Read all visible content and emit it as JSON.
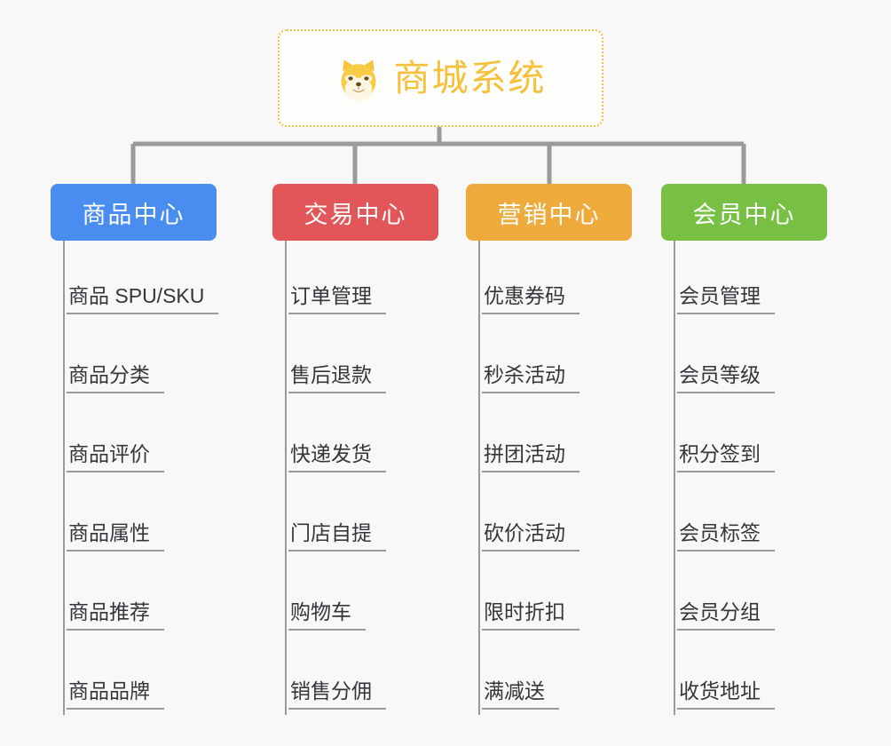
{
  "root": {
    "title": "商城系统",
    "icon": "shiba-dog-face-icon",
    "border_color": "#f2c14a",
    "text_color": "#f5c03a"
  },
  "colors": {
    "background": "#f8f8f8",
    "connector": "#9a9a9a",
    "leaf_text": "#33373b",
    "leaf_underline": "#9a9a9a"
  },
  "columns": [
    {
      "id": "product-center",
      "header": "商品中心",
      "color": "#4a8df0",
      "items": [
        "商品 SPU/SKU",
        "商品分类",
        "商品评价",
        "商品属性",
        "商品推荐",
        "商品品牌"
      ]
    },
    {
      "id": "trade-center",
      "header": "交易中心",
      "color": "#e2565a",
      "items": [
        "订单管理",
        "售后退款",
        "快递发货",
        "门店自提",
        "购物车",
        "销售分佣"
      ]
    },
    {
      "id": "marketing-center",
      "header": "营销中心",
      "color": "#eeab3c",
      "items": [
        "优惠券码",
        "秒杀活动",
        "拼团活动",
        "砍价活动",
        "限时折扣",
        "满减送"
      ]
    },
    {
      "id": "member-center",
      "header": "会员中心",
      "color": "#77c043",
      "items": [
        "会员管理",
        "会员等级",
        "积分签到",
        "会员标签",
        "会员分组",
        "收货地址"
      ]
    }
  ]
}
